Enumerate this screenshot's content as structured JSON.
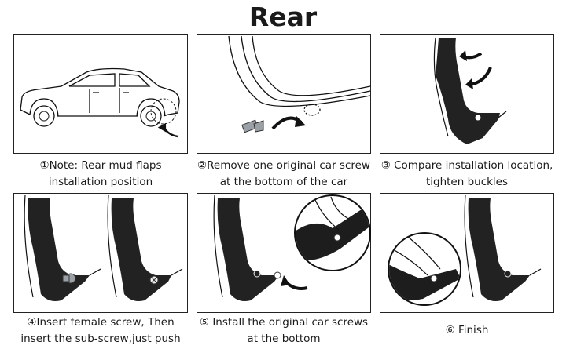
{
  "title": "Rear",
  "steps": [
    {
      "number": "1",
      "line1": "①Note: Rear mud flaps",
      "line2": "installation position"
    },
    {
      "number": "2",
      "line1": "②Remove one original car screw",
      "line2": "at the bottom of the car"
    },
    {
      "number": "3",
      "line1": "③ Compare installation location,",
      "line2": "tighten buckles"
    },
    {
      "number": "4",
      "line1": "④Insert female screw, Then",
      "line2": "insert the sub-screw,just push"
    },
    {
      "number": "5",
      "line1": "⑤ Install the original car screws",
      "line2": "at the bottom"
    },
    {
      "number": "6",
      "line1": "⑥ Finish",
      "line2": ""
    }
  ],
  "colors": {
    "flap": "#222222",
    "line": "#111111",
    "arrow": "#111111",
    "screw": "#9aa0a6"
  },
  "icons": [
    "car-outline-icon",
    "arrow-icon",
    "screw-icon",
    "mud-flap-icon",
    "magnifier-icon"
  ]
}
